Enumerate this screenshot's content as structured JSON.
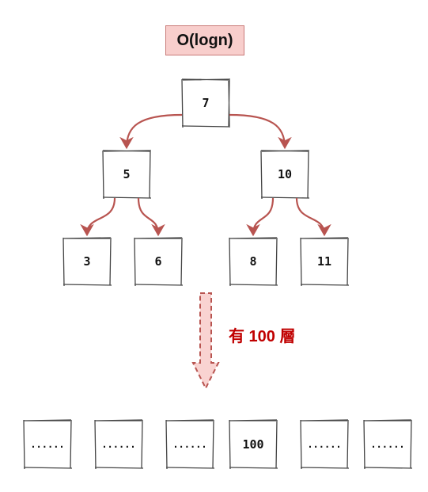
{
  "title": "O(logn)",
  "tree": {
    "root": "7",
    "level2": [
      "5",
      "10"
    ],
    "level3": [
      "3",
      "6",
      "8",
      "11"
    ]
  },
  "annotation": "有 100 層",
  "bottom_row": [
    "......",
    "......",
    "......",
    "100",
    "......",
    "......"
  ],
  "colors": {
    "title_fill": "#f8cecc",
    "arrow": "#b85450",
    "dashed_arrow_fill": "#f8cecc",
    "annotation_text": "#c00000",
    "node_border": "#444444"
  }
}
